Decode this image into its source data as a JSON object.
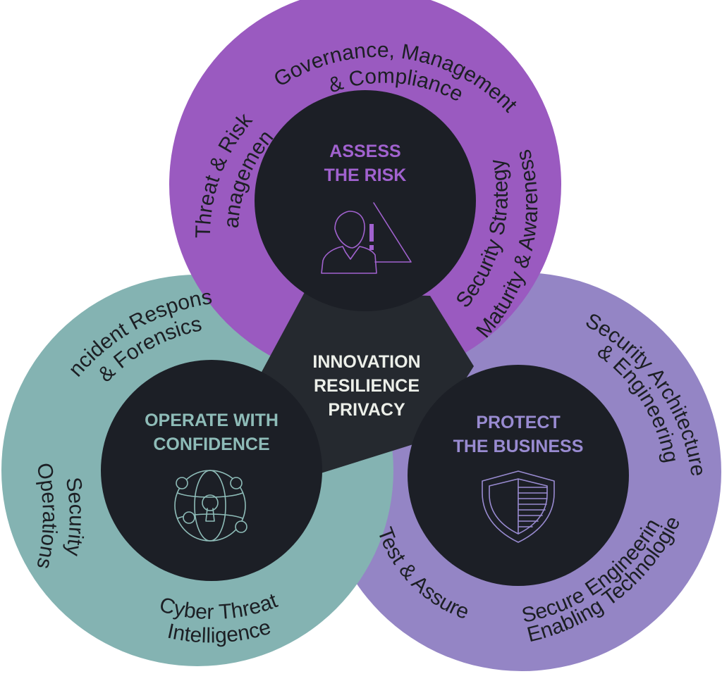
{
  "center": {
    "lines": [
      "INNOVATION",
      "RESILIENCE",
      "PRIVACY"
    ]
  },
  "assess": {
    "title_lines": [
      "ASSESS",
      "THE RISK"
    ],
    "labels": {
      "top_line1": "Governance, Management",
      "top_line2": "& Compliance",
      "left_line1": "Threat & Risk",
      "left_line2": "Management",
      "right_line1": "Security Strategy",
      "right_line2": "Maturity & Awareness"
    },
    "icon": "person-warning-icon"
  },
  "operate": {
    "title_lines": [
      "OPERATE WITH",
      "CONFIDENCE"
    ],
    "labels": {
      "top_line1": "Incident Response",
      "top_line2": "& Forensics",
      "left_line1": "Security",
      "left_line2": "Operations",
      "bottom_line1": "Cyber Threat",
      "bottom_line2": "Intelligence"
    },
    "icon": "globe-lock-icon"
  },
  "protect": {
    "title_lines": [
      "PROTECT",
      "THE BUSINESS"
    ],
    "labels": {
      "right_line1": "Security Architecture",
      "right_line2": "& Engineering",
      "bottom_right_line1": "Secure Engineering",
      "bottom_right_line2": "& Enabling Technologies",
      "bottom_left": "Test & Assure"
    },
    "icon": "shield-icon"
  },
  "colors": {
    "assess_ring": "#9a5ac0",
    "operate_ring": "#84b3b2",
    "protect_ring": "#9485c5",
    "core": "#1c1f26",
    "center_triangle": "#25292f",
    "assess_accent": "#a162cf",
    "operate_accent": "#8ebcb8",
    "protect_accent": "#998bd1"
  }
}
